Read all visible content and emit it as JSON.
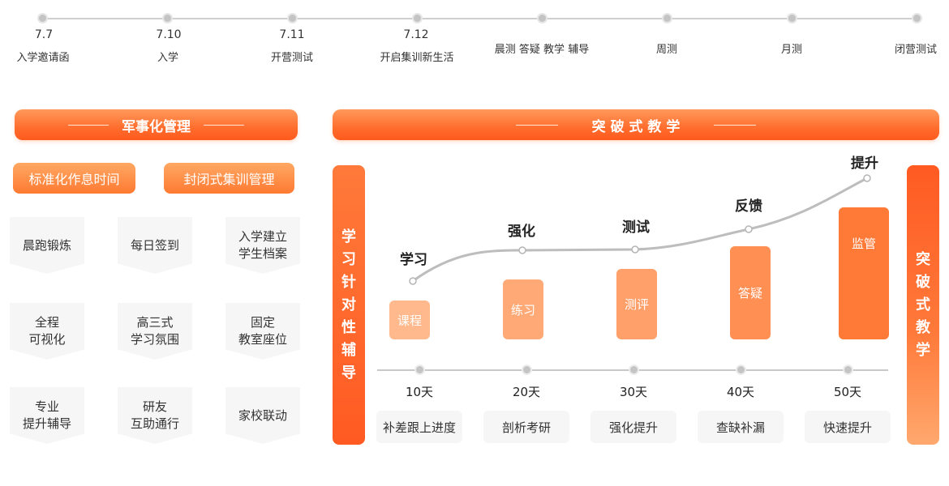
{
  "timeline": [
    {
      "date": "7.7",
      "label": "入学邀请函"
    },
    {
      "date": "7.10",
      "label": "入学"
    },
    {
      "date": "7.11",
      "label": "开营测试"
    },
    {
      "date": "7.12",
      "label": "开启集训新生活"
    },
    {
      "date": "",
      "label": "晨测 答疑 教学 辅导"
    },
    {
      "date": "",
      "label": "周测"
    },
    {
      "date": "",
      "label": "月测"
    },
    {
      "date": "",
      "label": "闭营测试"
    }
  ],
  "left": {
    "banner": "军事化管理",
    "pills": [
      "标准化作息时间",
      "封闭式集训管理"
    ],
    "tiles": [
      [
        "晨跑锻炼"
      ],
      [
        "每日签到"
      ],
      [
        "入学建立",
        "学生档案"
      ],
      [
        "全程",
        "可视化"
      ],
      [
        "高三式",
        "学习氛围"
      ],
      [
        "固定",
        "教室座位"
      ],
      [
        "专业",
        "提升辅导"
      ],
      [
        "研友",
        "互助通行"
      ],
      [
        "家校联动"
      ]
    ]
  },
  "right": {
    "banner": "突 破 式 教 学",
    "left_vertical": [
      "学",
      "习",
      "针",
      "对",
      "性",
      "辅",
      "导"
    ],
    "right_vertical": [
      "突",
      "破",
      "式",
      "教",
      "学"
    ],
    "stages": [
      "学习",
      "强化",
      "测试",
      "反馈",
      "提升"
    ],
    "bars": [
      "课程",
      "练习",
      "测评",
      "答疑",
      "监管"
    ],
    "days": [
      "10天",
      "20天",
      "30天",
      "40天",
      "50天"
    ],
    "boxes": [
      "补差跟上进度",
      "剖析考研",
      "强化提升",
      "查缺补漏",
      "快速提升"
    ]
  },
  "colors": {
    "accent": "#ff6a2a",
    "tile_bg": "#f6f6f6"
  }
}
